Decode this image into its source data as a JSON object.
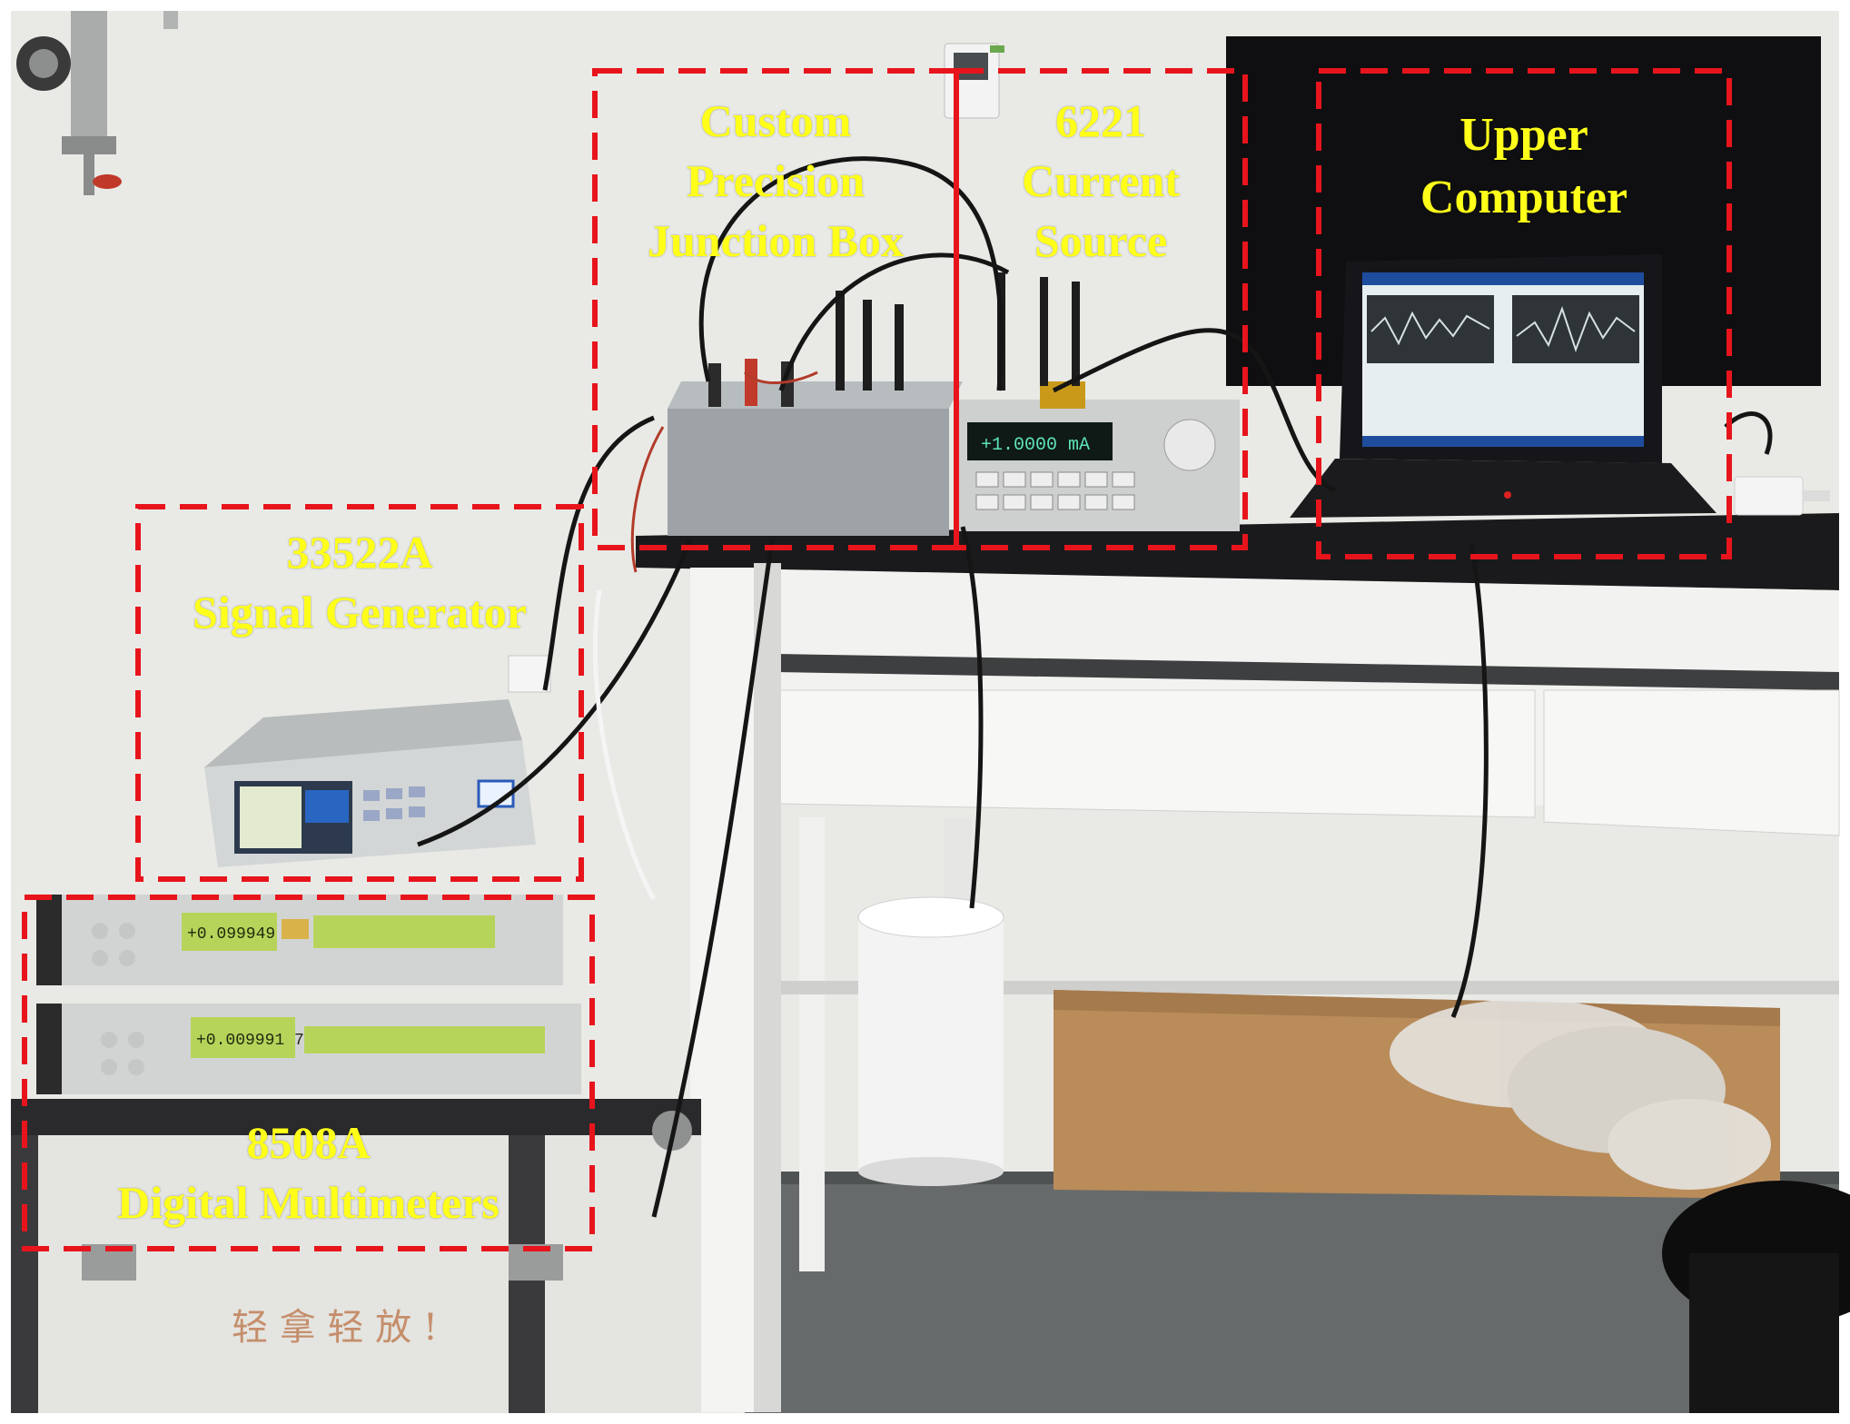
{
  "colors": {
    "annotation_box": "#e8141c",
    "annotation_text": "#ffff1a",
    "wall": "#e9eae6",
    "floor": "#676a6a",
    "bench_top": "#1a1a1c",
    "instrument_panel": "#cdd0cf",
    "lcd_green": "#b7d45a",
    "screen_blue": "#1f4d9e"
  },
  "labels": {
    "junction_box": [
      "Custom",
      "Precision",
      "Junction Box"
    ],
    "current_source": [
      "6221",
      "Current",
      "Source"
    ],
    "upper_computer": [
      "Upper",
      "Computer"
    ],
    "signal_generator": [
      "33522A",
      "Signal Generator"
    ],
    "multimeters": [
      "8508A",
      "Digital Multimeters"
    ]
  },
  "readouts": {
    "current_source_display": "+1.0000 mA",
    "dmm_top_display": "+0.099949 4",
    "dmm_bottom_display": "+0.009991 7"
  },
  "icons": [
    "wall-thermometer-icon",
    "laptop-icon",
    "power-brick-icon",
    "stool-icon"
  ]
}
